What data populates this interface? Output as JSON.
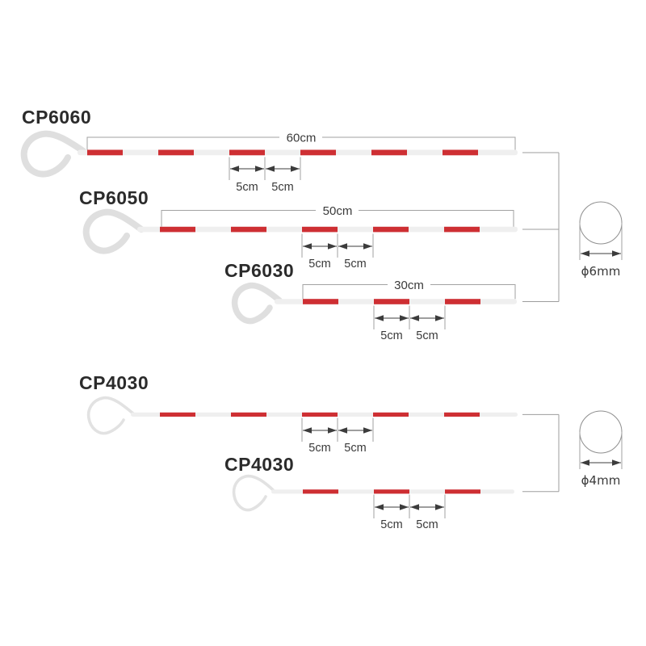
{
  "products": {
    "cp6060": {
      "name": "CP6060",
      "length": "60cm",
      "pitch_left": "5cm",
      "pitch_right": "5cm"
    },
    "cp6050": {
      "name": "CP6050",
      "length": "50cm",
      "pitch_left": "5cm",
      "pitch_right": "5cm"
    },
    "cp6030": {
      "name": "CP6030",
      "length": "30cm",
      "pitch_left": "5cm",
      "pitch_right": "5cm"
    },
    "cp4030_upper": {
      "name": "CP4030",
      "pitch_left": "5cm",
      "pitch_right": "5cm"
    },
    "cp4030_lower": {
      "name": "CP4030",
      "pitch_left": "5cm",
      "pitch_right": "5cm"
    }
  },
  "diameters": {
    "group6": "ϕ6mm",
    "group4": "ϕ4mm"
  },
  "colors": {
    "stripe_red": "#ce2f33",
    "shaft_fill": "#efefef",
    "loop_6mm": "#dfdfdf",
    "loop_4mm": "#e2e2e2",
    "dim_line": "#a2a2a2",
    "bracket_line": "#9d9d9d",
    "circle_stroke": "#8e8e8e",
    "arrow_dark": "#3c3c3c"
  }
}
